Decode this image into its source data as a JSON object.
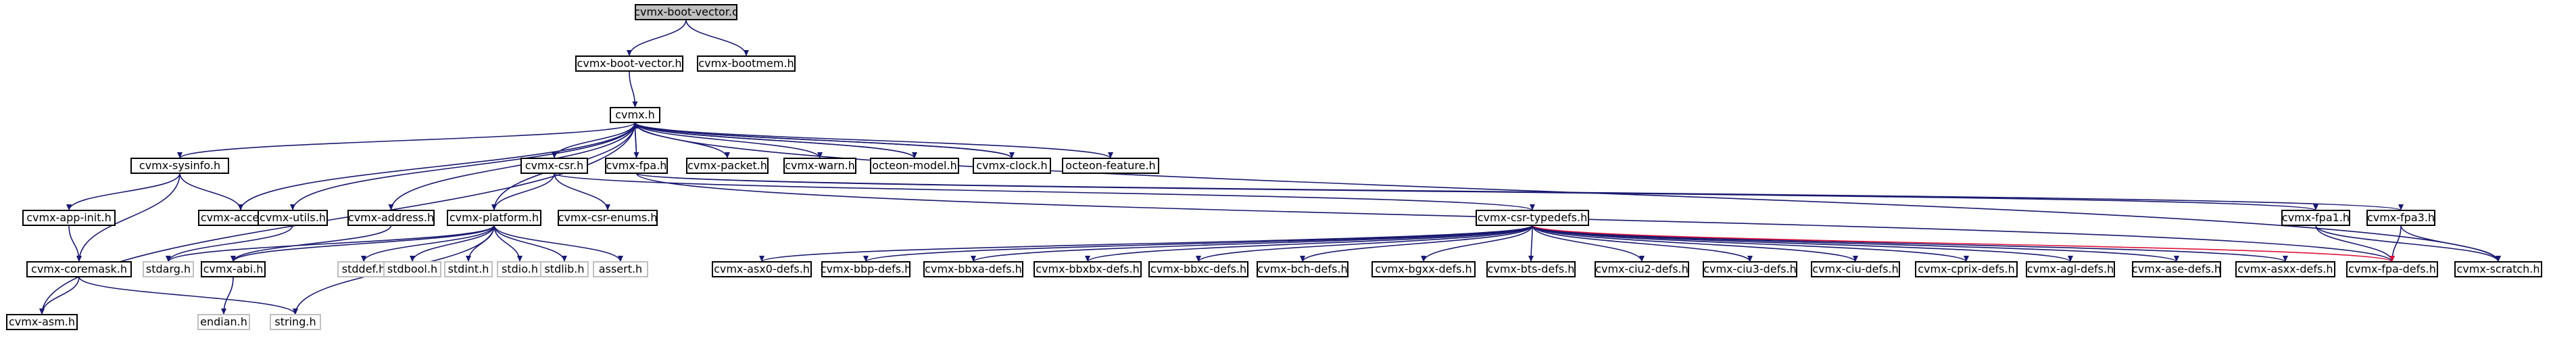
{
  "graph": {
    "title": "cvmx-boot-vector.c",
    "colors": {
      "edge": "#191970",
      "edge_alt": "#dc143c",
      "root_fill": "#bfbfbf",
      "node_border": "#000000",
      "system_border": "#bfbfbf"
    },
    "nodes": {
      "boot_vector_c": {
        "label": "cvmx-boot-vector.c",
        "kind": "root"
      },
      "boot_vector_h": {
        "label": "cvmx-boot-vector.h",
        "kind": "file"
      },
      "bootmem_h": {
        "label": "cvmx-bootmem.h",
        "kind": "file"
      },
      "cvmx_h": {
        "label": "cvmx.h",
        "kind": "file"
      },
      "sysinfo_h": {
        "label": "cvmx-sysinfo.h",
        "kind": "file"
      },
      "access_h": {
        "label": "cvmx-access.h",
        "kind": "file"
      },
      "utils_h": {
        "label": "cvmx-utils.h",
        "kind": "file"
      },
      "address_h": {
        "label": "cvmx-address.h",
        "kind": "file"
      },
      "platform_h": {
        "label": "cvmx-platform.h",
        "kind": "file"
      },
      "csr_h": {
        "label": "cvmx-csr.h",
        "kind": "file"
      },
      "fpa_h": {
        "label": "cvmx-fpa.h",
        "kind": "file"
      },
      "packet_h": {
        "label": "cvmx-packet.h",
        "kind": "file"
      },
      "warn_h": {
        "label": "cvmx-warn.h",
        "kind": "file"
      },
      "octeon_model_h": {
        "label": "octeon-model.h",
        "kind": "file"
      },
      "clock_h": {
        "label": "cvmx-clock.h",
        "kind": "file"
      },
      "octeon_feature_h": {
        "label": "octeon-feature.h",
        "kind": "file"
      },
      "app_init_h": {
        "label": "cvmx-app-init.h",
        "kind": "file"
      },
      "coremask_h": {
        "label": "cvmx-coremask.h",
        "kind": "file"
      },
      "asm_h": {
        "label": "cvmx-asm.h",
        "kind": "file"
      },
      "stdarg_h": {
        "label": "stdarg.h",
        "kind": "system"
      },
      "abi_h": {
        "label": "cvmx-abi.h",
        "kind": "file"
      },
      "endian_h": {
        "label": "endian.h",
        "kind": "system"
      },
      "string_h": {
        "label": "string.h",
        "kind": "system"
      },
      "stddef_h": {
        "label": "stddef.h",
        "kind": "system"
      },
      "stdbool_h": {
        "label": "stdbool.h",
        "kind": "system"
      },
      "stdint_h": {
        "label": "stdint.h",
        "kind": "system"
      },
      "stdio_h": {
        "label": "stdio.h",
        "kind": "system"
      },
      "stdlib_h": {
        "label": "stdlib.h",
        "kind": "system"
      },
      "assert_h": {
        "label": "assert.h",
        "kind": "system"
      },
      "csr_enums_h": {
        "label": "cvmx-csr-enums.h",
        "kind": "file"
      },
      "csr_typedefs_h": {
        "label": "cvmx-csr-typedefs.h",
        "kind": "file"
      },
      "asxx_defs_h": {
        "label": "cvmx-asx0-defs.h",
        "kind": "file"
      },
      "bbp_defs_h": {
        "label": "cvmx-bbp-defs.h",
        "kind": "file"
      },
      "bbxa_defs_h": {
        "label": "cvmx-bbxa-defs.h",
        "kind": "file"
      },
      "bbxbx_defs_h": {
        "label": "cvmx-bbxbx-defs.h",
        "kind": "file"
      },
      "bbxc_defs_h": {
        "label": "cvmx-bbxc-defs.h",
        "kind": "file"
      },
      "bch_defs_h": {
        "label": "cvmx-bch-defs.h",
        "kind": "file"
      },
      "bgxx_defs_h": {
        "label": "cvmx-bgxx-defs.h",
        "kind": "file"
      },
      "bts_defs_h": {
        "label": "cvmx-bts-defs.h",
        "kind": "file"
      },
      "ciu2_defs_h": {
        "label": "cvmx-ciu2-defs.h",
        "kind": "file"
      },
      "ciu3_defs_h": {
        "label": "cvmx-ciu3-defs.h",
        "kind": "file"
      },
      "ciu_defs_h": {
        "label": "cvmx-ciu-defs.h",
        "kind": "file"
      },
      "cprix_defs_h": {
        "label": "cvmx-cprix-defs.h",
        "kind": "file"
      },
      "agl_defs_h": {
        "label": "cvmx-agl-defs.h",
        "kind": "file"
      },
      "ase_defs_h": {
        "label": "cvmx-ase-defs.h",
        "kind": "file"
      },
      "asxx2_defs_h": {
        "label": "cvmx-asxx-defs.h",
        "kind": "file"
      },
      "fpa_defs_h": {
        "label": "cvmx-fpa-defs.h",
        "kind": "file"
      },
      "scratch_h": {
        "label": "cvmx-scratch.h",
        "kind": "file"
      },
      "fpa1_h": {
        "label": "cvmx-fpa1.h",
        "kind": "file"
      },
      "fpa3_h": {
        "label": "cvmx-fpa3.h",
        "kind": "file"
      }
    }
  }
}
